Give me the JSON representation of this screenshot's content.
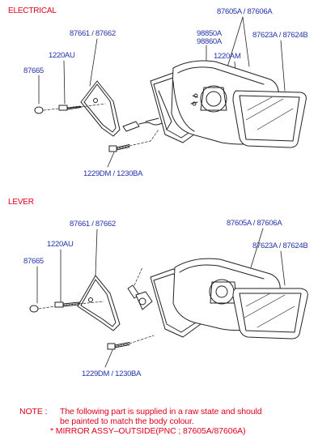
{
  "sections": {
    "electrical": {
      "title": "ELECTRICAL",
      "labels": {
        "mirror_assy": "87605A / 87606A",
        "motor_no": "98850A",
        "motor_no2": "98860A",
        "bolt_mirror": "1220AM",
        "glass": "87623A / 87624B",
        "cover": "87661 / 87662",
        "screw": "1220AU",
        "cap": "87665",
        "bolt_bottom": "1229DM / 1230BA"
      }
    },
    "lever": {
      "title": "LEVER",
      "labels": {
        "mirror_assy": "87605A / 87606A",
        "cover": "87661 / 87662",
        "glass": "87623A / 87624B",
        "screw": "1220AU",
        "cap": "87665",
        "bolt_bottom": "1229DM / 1230BA"
      }
    }
  },
  "note": {
    "prefix": "NOTE :",
    "line1": "The following part is supplied in a raw state and should",
    "line2": "be painted to match the body colour.",
    "line3": "*  MIRROR ASSY–OUTSIDE(PNC ; 87605A/87606A)"
  },
  "colors": {
    "label_blue": "#2233aa",
    "red": "#e1001a",
    "line": "#222222"
  }
}
